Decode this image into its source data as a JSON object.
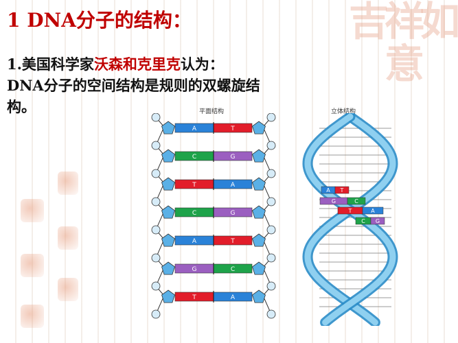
{
  "slide": {
    "title": "1 DNA分子的结构：",
    "para_prefix": "1.美国科学家",
    "para_names": "沃森和克里克",
    "para_suffix": "认为：",
    "para_line2": "DNA分子的空间结构是规则的双螺旋结构。"
  },
  "figure": {
    "plane_label": "平面结构",
    "stereo_label": "立体结构",
    "base_pairs": [
      {
        "left": "A",
        "right": "T",
        "left_color": "#2a82d8",
        "right_color": "#e21d2a"
      },
      {
        "left": "C",
        "right": "G",
        "left_color": "#1ea34a",
        "right_color": "#9b5fc0"
      },
      {
        "left": "T",
        "right": "A",
        "left_color": "#e21d2a",
        "right_color": "#2a82d8"
      },
      {
        "left": "C",
        "right": "G",
        "left_color": "#1ea34a",
        "right_color": "#9b5fc0"
      },
      {
        "left": "A",
        "right": "T",
        "left_color": "#2a82d8",
        "right_color": "#e21d2a"
      },
      {
        "left": "G",
        "right": "C",
        "left_color": "#9b5fc0",
        "right_color": "#1ea34a"
      },
      {
        "left": "T",
        "right": "A",
        "left_color": "#e21d2a",
        "right_color": "#2a82d8"
      }
    ],
    "helix_pairs": [
      {
        "left": "A",
        "right": "T",
        "left_color": "#2a82d8",
        "right_color": "#e21d2a"
      },
      {
        "left": "G",
        "right": "C",
        "left_color": "#9b5fc0",
        "right_color": "#1ea34a"
      },
      {
        "left": "T",
        "right": "A",
        "left_color": "#e21d2a",
        "right_color": "#2a82d8"
      },
      {
        "left": "C",
        "right": "G",
        "left_color": "#1ea34a",
        "right_color": "#9b5fc0"
      }
    ],
    "colors": {
      "sugar": "#5ab0e6",
      "phosphate": "#d7ecf8",
      "helix_light": "#8fd0f0",
      "helix_dark": "#2a8cc8"
    }
  },
  "seal_text": "吉祥如意"
}
